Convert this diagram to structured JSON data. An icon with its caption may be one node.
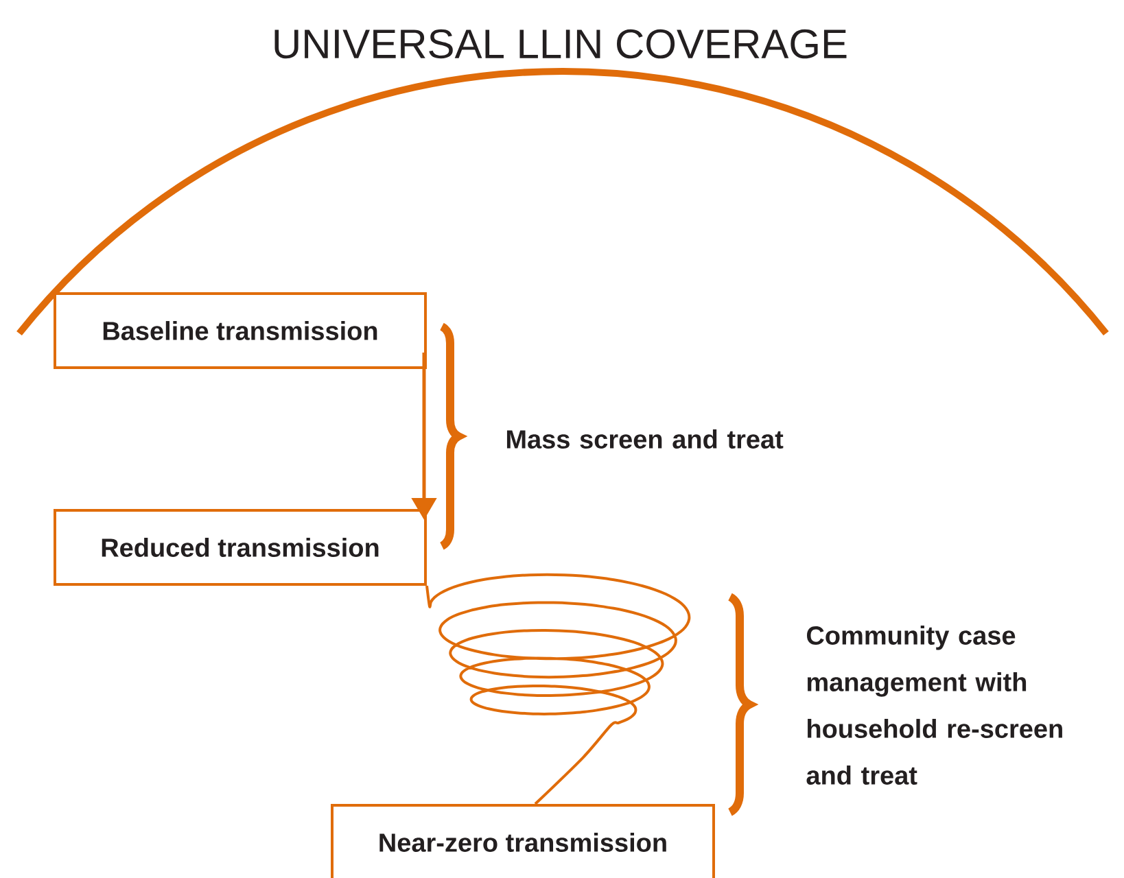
{
  "diagram": {
    "title": "UNIVERSAL LLIN COVERAGE",
    "nodes": [
      {
        "text": [
          "Baseline transmission"
        ]
      },
      {
        "text": [
          "Reduced transmission"
        ]
      },
      {
        "text": [
          "Near-zero transmission"
        ]
      }
    ],
    "edges": [
      {
        "from": 0,
        "to": 1,
        "arrow": "to"
      },
      {
        "from": 1,
        "to": 2,
        "arrow": "none"
      }
    ],
    "labels": [
      "Mass screen and treat",
      "Community case management with household re-screen and treat"
    ]
  }
}
